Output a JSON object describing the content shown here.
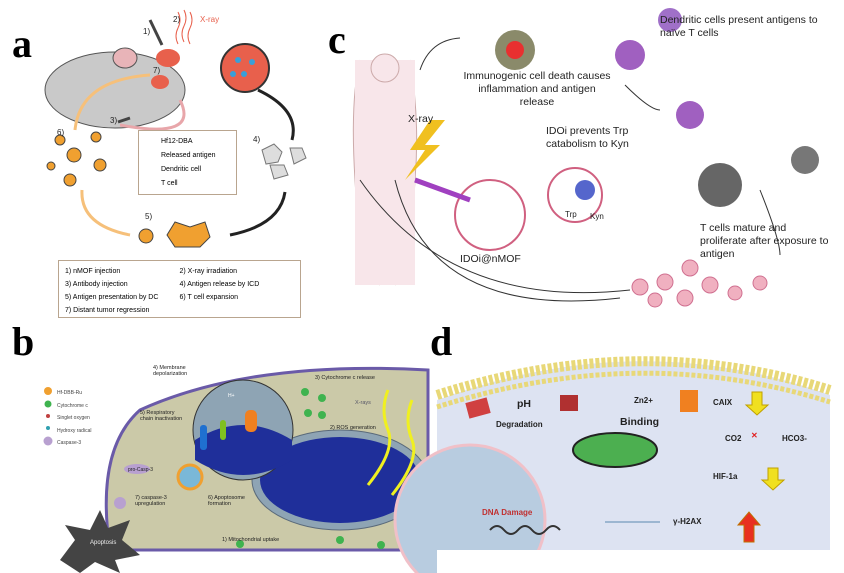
{
  "panels": {
    "a": {
      "label": "a",
      "xray": "X-ray",
      "steps_marks": [
        "1)",
        "2)",
        "3)",
        "4)",
        "5)",
        "6)",
        "7)"
      ],
      "legend": [
        "Hf12-DBA",
        "Released antigen",
        "Dendritic cell",
        "T cell"
      ],
      "steps": [
        "1) nMOF injection",
        "2) X-ray irradiation",
        "3) Antibody injection",
        "4) Antigen release by ICD",
        "5) Antigen presentation by DC",
        "6) T cell expansion",
        "7) Distant tumor regression"
      ]
    },
    "b": {
      "label": "b",
      "legend": [
        "Hf-DBB-Ru",
        "Cytochrome c",
        "Singlet oxygen",
        "Hydroxy radical",
        "Caspase-3"
      ],
      "annotations": {
        "membrane": "4) Membrane depolarization",
        "cytc": "3) Cytochrome c release",
        "xrays": "X-rays",
        "resp": "5) Respiratory chain inactivation",
        "ros": "2) ROS generation",
        "procasp": "pro-Casp-3",
        "casp": "7) caspase-3 upregulation",
        "apopto": "6) Apoptosome formation",
        "uptake": "1) Mitochondrial uptake",
        "apoptosis": "Apoptosis",
        "hplus": "H+"
      }
    },
    "c": {
      "label": "c",
      "xray": "X-ray",
      "icd": "Immunogenic cell death causes inflammation and antigen release",
      "dc": "Dendritic cells present antigens to naïve T cells",
      "idoi": "IDOi prevents Trp catabolism to Kyn",
      "nmof": "IDOi@nMOF",
      "trp": "Trp",
      "kyn": "Kyn",
      "tcell": "T cells mature and proliferate after exposure to antigen"
    },
    "d": {
      "label": "d",
      "ph": "pH",
      "degradation": "Degradation",
      "zn": "Zn2+",
      "binding": "Binding",
      "caix": "CAIX",
      "co2": "CO2",
      "hco3": "HCO3-",
      "hif": "HIF-1a",
      "dna": "DNA Damage",
      "h2ax": "γ-H2AX"
    }
  },
  "colors": {
    "tumor": "#e8604c",
    "tcell": "#f0a030",
    "mito": "#1f2f9a",
    "cell_b": "#cbc9a8",
    "cell_d": "#dde3f2",
    "arrow_orange": "#f6c07a"
  }
}
